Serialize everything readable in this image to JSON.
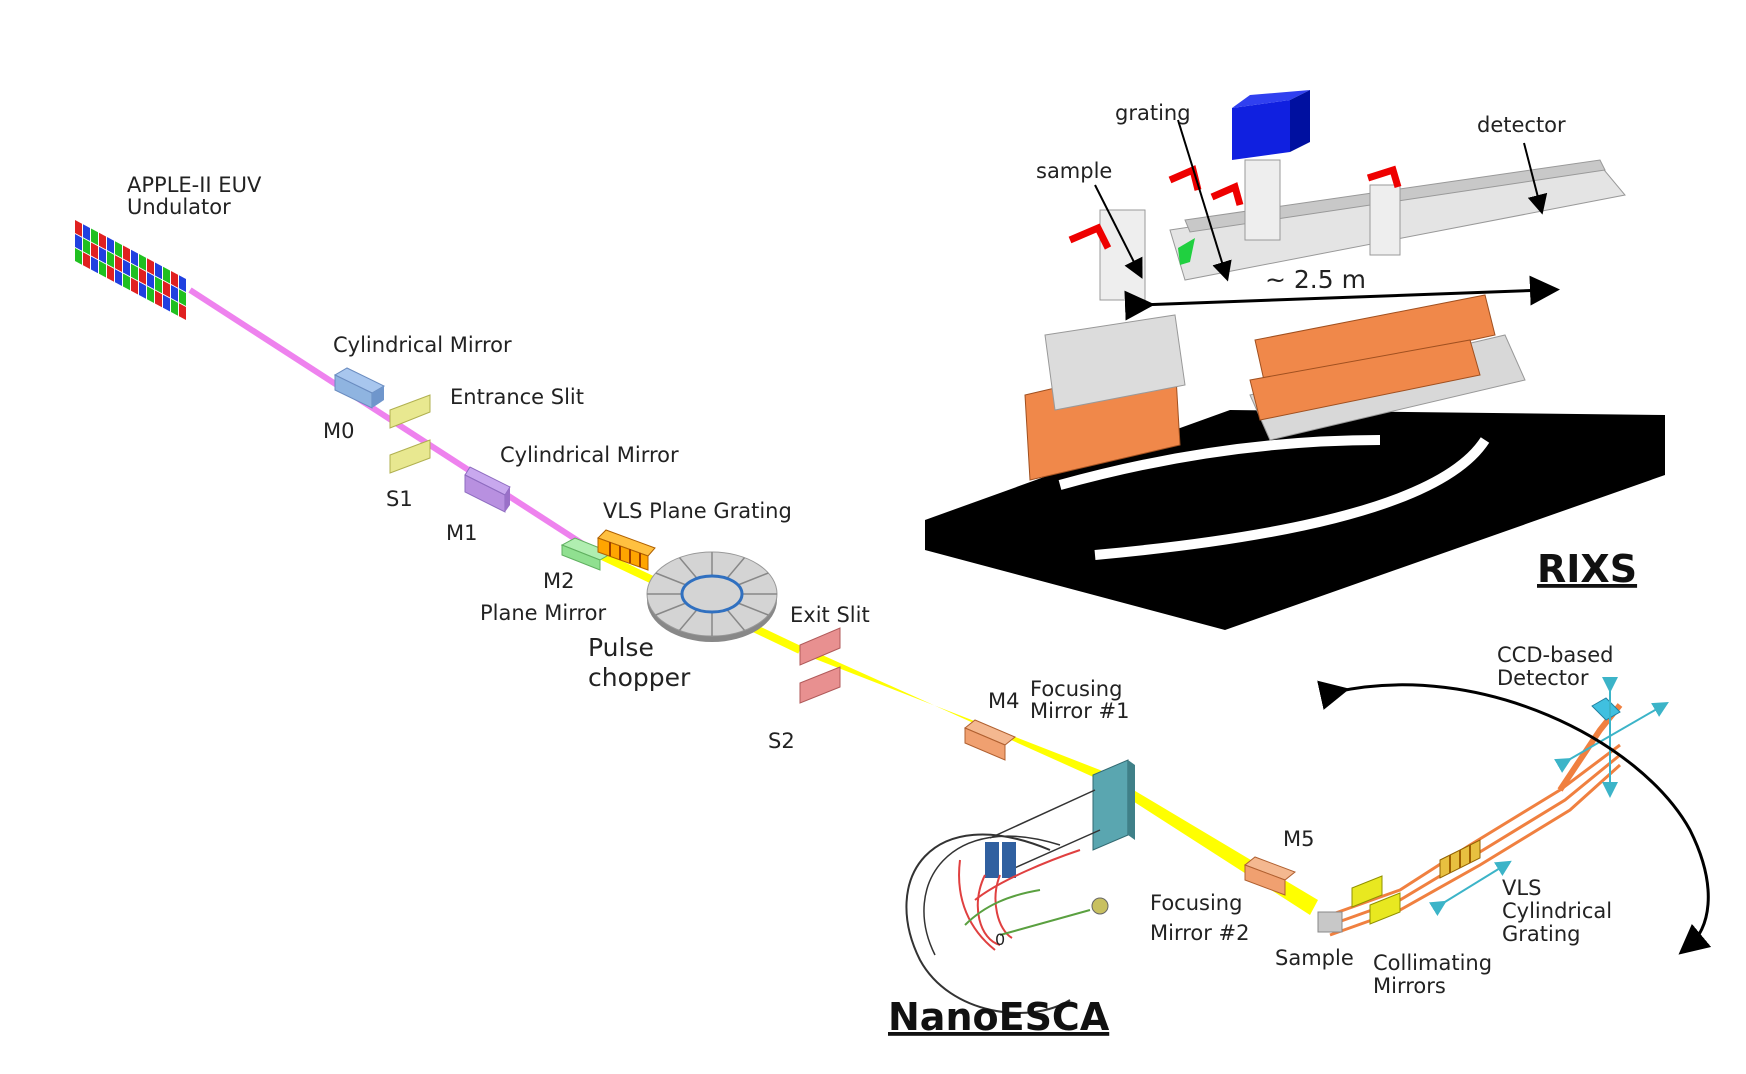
{
  "diagram": {
    "undulator": {
      "line1": "APPLE-II EUV",
      "line2": "Undulator"
    },
    "m0": {
      "name": "Cylindrical Mirror",
      "id": "M0"
    },
    "s1": {
      "name": "Entrance Slit",
      "id": "S1"
    },
    "m1": {
      "name": "Cylindrical Mirror",
      "id": "M1"
    },
    "grating": {
      "name": "VLS Plane Grating"
    },
    "m2": {
      "id": "M2",
      "name": "Plane Mirror"
    },
    "chopper": {
      "line1": "Pulse",
      "line2": "chopper"
    },
    "exit_slit": {
      "name": "Exit Slit",
      "id": "S2"
    },
    "m4": {
      "id": "M4",
      "line1": "Focusing",
      "line2": "Mirror #1"
    },
    "m5": {
      "id": "M5",
      "line1": "Focusing",
      "line2": "Mirror #2"
    },
    "sample": {
      "name": "Sample"
    },
    "collimating": {
      "line1": "Collimating",
      "line2": "Mirrors"
    },
    "vls_cyl": {
      "line1": "VLS",
      "line2": "Cylindrical",
      "line3": "Grating"
    },
    "ccd": {
      "line1": "CCD-based",
      "line2": "Detector"
    },
    "nanoesca_title": "NanoESCA",
    "rixs_title": "RIXS",
    "rixs_inset": {
      "grating": "grating",
      "detector": "detector",
      "sample": "sample",
      "length": "~ 2.5 m"
    }
  },
  "colors": {
    "undulator_beam": "#ee82ee",
    "mono_beam": "#ffff00",
    "rixs_beam": "#f08040",
    "m0": "#8fb4e0",
    "slit": "#e8e890",
    "m1": "#b890e0",
    "m2": "#90e090",
    "grating": "#ffa500",
    "exit_slit": "#e89090",
    "focusing": "#f0a070",
    "collim": "#e8e820",
    "ccd": "#40c0e0"
  }
}
